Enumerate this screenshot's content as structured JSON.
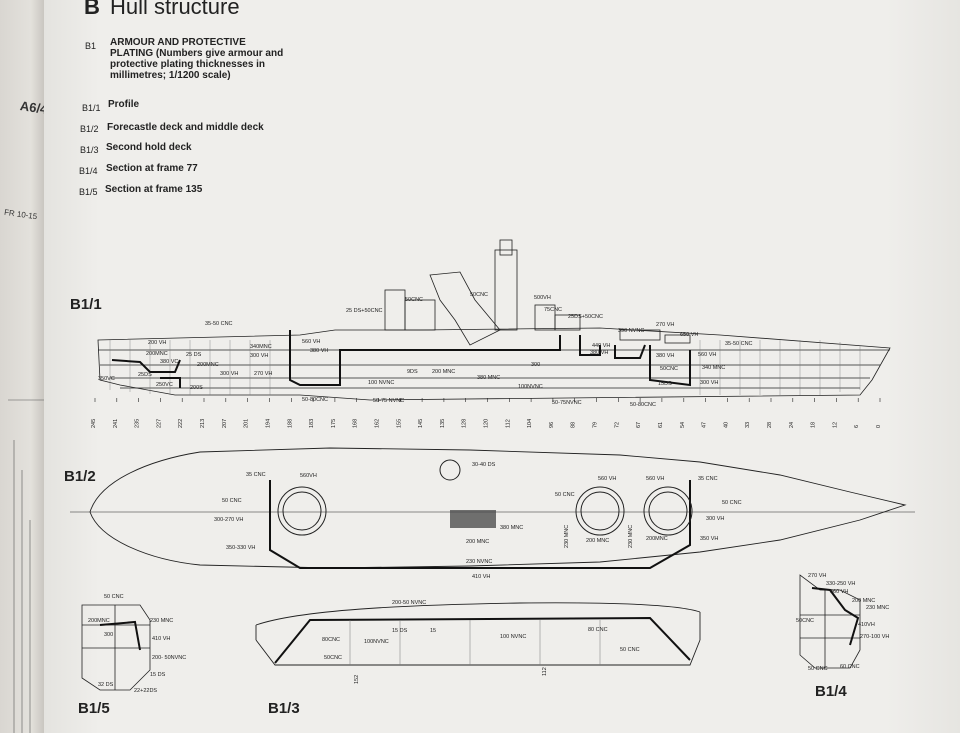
{
  "left_page": {
    "tag": "A6/4",
    "note": "FR 10-15"
  },
  "section": {
    "letter": "B",
    "title": "Hull structure"
  },
  "legend": [
    {
      "code": "B1",
      "text": "ARMOUR AND PROTECTIVE PLATING (Numbers give armour and protective plating thicknesses in millimetres; 1/1200 scale)"
    },
    {
      "code": "B1/1",
      "text": "Profile"
    },
    {
      "code": "B1/2",
      "text": "Forecastle deck and middle deck"
    },
    {
      "code": "B1/3",
      "text": "Second hold deck"
    },
    {
      "code": "B1/4",
      "text": "Section at frame 77"
    },
    {
      "code": "B1/5",
      "text": "Section at frame 135"
    }
  ],
  "figures": {
    "b1_1": "B1/1",
    "b1_2": "B1/2",
    "b1_3": "B1/3",
    "b1_4": "B1/4",
    "b1_5": "B1/5"
  },
  "profile_labels": {
    "a": "35-50 CNC",
    "b": "25 DS+50CNC",
    "c": "50CNC",
    "d": "50CNC",
    "e": "500VH",
    "f": "75CNC",
    "g": "25DS+50CNC",
    "h": "390 NVNC",
    "i": "270 VH",
    "j": "650 VH",
    "k": "35-50 CNC",
    "l": "200 VH",
    "m": "200MNC",
    "n": "25 DS",
    "o": "380 VC",
    "p": "200MNC",
    "q": "340MNC",
    "r": "300 VH",
    "s": "560 VH",
    "t": "380 VH",
    "u": "350VC",
    "v": "25DS",
    "w": "250VC",
    "x": "200S",
    "y": "300 VH",
    "z": "270 VH",
    "aa": "9DS",
    "ab": "200 MNC",
    "ac": "380 MNC",
    "ad": "100 NVNC",
    "ae": "50-80CNC",
    "af": "50-75 NVNC",
    "ag": "100NVNC",
    "ah": "50-75NVNC",
    "ai": "50-80CNC",
    "aj": "440 VH",
    "ak": "380 VH",
    "al": "380 VH",
    "am": "50CNC",
    "an": "15DS",
    "ao": "560 VH",
    "ap": "340 MNC",
    "aq": "300 VH",
    "ar": "300"
  },
  "frame_numbers": [
    "245",
    "241",
    "235",
    "227",
    "222",
    "213",
    "207",
    "201",
    "194",
    "188",
    "183",
    "175",
    "168",
    "162",
    "155",
    "145",
    "135",
    "128",
    "120",
    "112",
    "104",
    "96",
    "88",
    "79",
    "72",
    "67",
    "61",
    "54",
    "47",
    "40",
    "33",
    "28",
    "24",
    "18",
    "12",
    "6",
    "0"
  ],
  "deck_labels": {
    "a": "30-40 DS",
    "b": "35 CNC",
    "c": "560VH",
    "d": "560 VH",
    "e": "560 VH",
    "f": "35 CNC",
    "g": "50 CNC",
    "h": "50 CNC",
    "i": "50 CNC",
    "j": "300-270 VH",
    "k": "380 MNC",
    "l": "300 VH",
    "m": "350-330 VH",
    "n": "200 MNC",
    "o": "230 MNC",
    "p": "200 MNC",
    "q": "230 MNC",
    "r": "200MNC",
    "s": "350 VH",
    "t": "230 NVNC",
    "u": "410 VH"
  },
  "hold_labels": {
    "a": "200-50 NVNC",
    "b": "80CNC",
    "c": "100NVNC",
    "d": "15 DS",
    "e": "15",
    "f": "100 NVNC",
    "g": "80 CNC",
    "h": "50CNC",
    "i": "50 CNC",
    "j": "152",
    "k": "112"
  },
  "sec77_labels": {
    "a": "270 VH",
    "b": "330-250 VH",
    "c": "560 VH",
    "d": "200 MNC",
    "e": "230 MNC",
    "f": "50CNC",
    "g": "410VH",
    "h": "270-100 VH",
    "i": "50 CNC",
    "j": "60 CNC"
  },
  "sec135_labels": {
    "a": "50 CNC",
    "b": "200MNC",
    "c": "230 MNC",
    "d": "410 VH",
    "e": "300",
    "f": "200- 50NVNC",
    "g": "15 DS",
    "h": "32 DS",
    "i": "22+22DS"
  }
}
